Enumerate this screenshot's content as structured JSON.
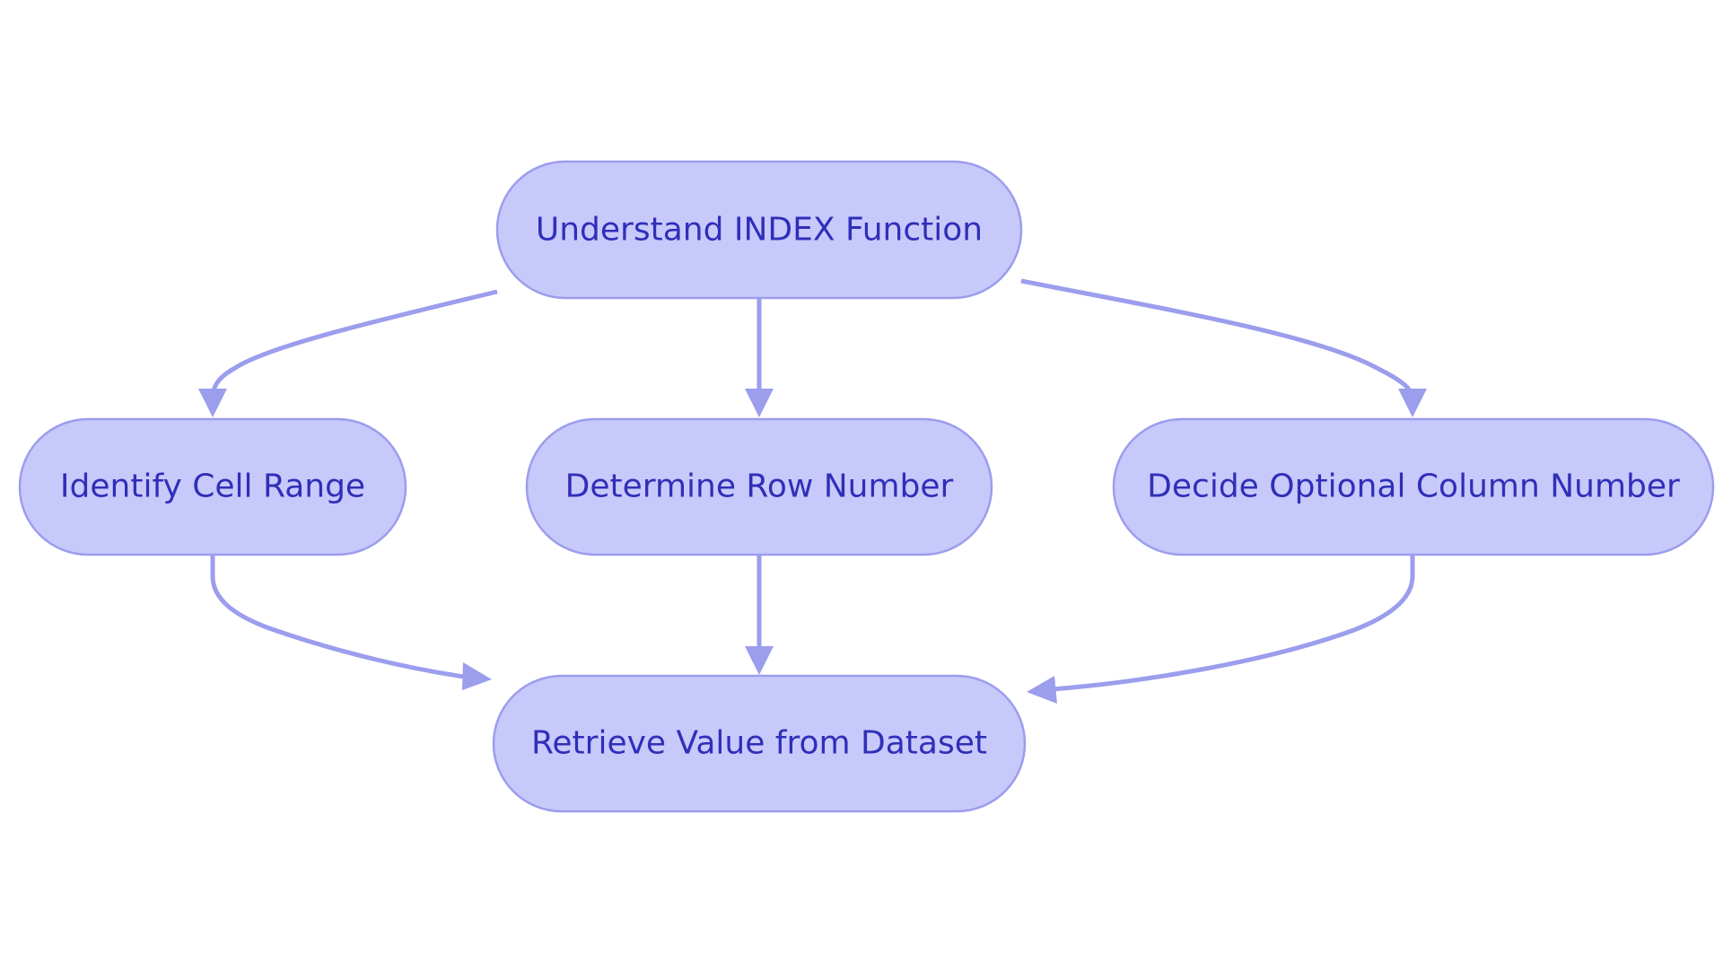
{
  "diagram": {
    "nodes": [
      {
        "id": "understand",
        "label": "Understand INDEX Function"
      },
      {
        "id": "identify",
        "label": "Identify Cell Range"
      },
      {
        "id": "row",
        "label": "Determine Row Number"
      },
      {
        "id": "column",
        "label": "Decide Optional Column Number"
      },
      {
        "id": "retrieve",
        "label": "Retrieve Value from Dataset"
      }
    ],
    "edges": [
      {
        "from": "understand",
        "to": "identify"
      },
      {
        "from": "understand",
        "to": "row"
      },
      {
        "from": "understand",
        "to": "column"
      },
      {
        "from": "identify",
        "to": "retrieve"
      },
      {
        "from": "row",
        "to": "retrieve"
      },
      {
        "from": "column",
        "to": "retrieve"
      }
    ],
    "colors": {
      "node_fill": "#c8c9fb",
      "node_stroke": "#9b9ded",
      "text": "#2f2fb8",
      "edge": "#9b9ded"
    }
  }
}
